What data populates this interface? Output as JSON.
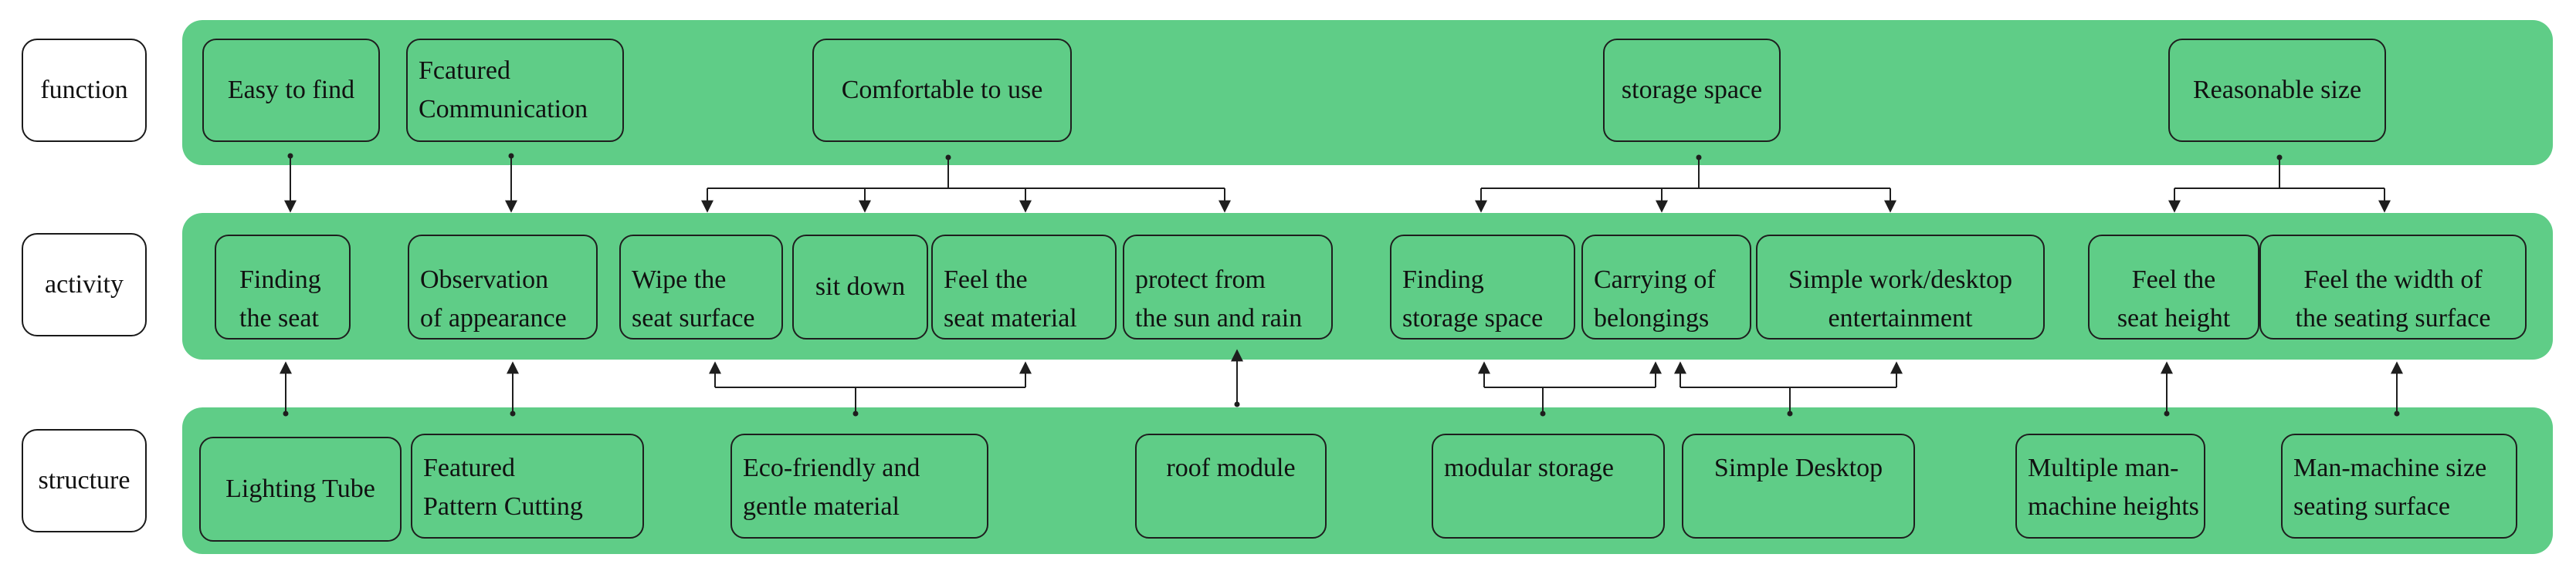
{
  "rows": {
    "function": "function",
    "activity": "activity",
    "structure": "structure"
  },
  "function_nodes": {
    "f1": "Easy to find",
    "f2": "Fcatured\nCommunication",
    "f3": "Comfortable to use",
    "f4": "storage space",
    "f5": "Reasonable size"
  },
  "activity_nodes": {
    "a1": "Finding\nthe seat",
    "a2": "Observation\nof appearance",
    "a3": "Wipe the\nseat surface",
    "a4": "sit down",
    "a5": "Feel the\nseat material",
    "a6": "protect from\nthe sun and rain",
    "a7": "Finding\nstorage space",
    "a8": "Carrying of\nbelongings",
    "a9": "Simple work/desktop\nentertainment",
    "a10": "Feel the\nseat height",
    "a11": "Feel the width of\nthe seating surface"
  },
  "structure_nodes": {
    "s1": "Lighting Tube",
    "s2": "Featured\nPattern Cutting",
    "s3": "Eco-friendly and\ngentle material",
    "s4": "roof module",
    "s5": "modular storage",
    "s6": "Simple Desktop",
    "s7": "Multiple man-\nmachine heights",
    "s8": "Man-machine size\nseating surface"
  },
  "colors": {
    "band": "#5fcd87",
    "line": "#1e1e1e"
  }
}
